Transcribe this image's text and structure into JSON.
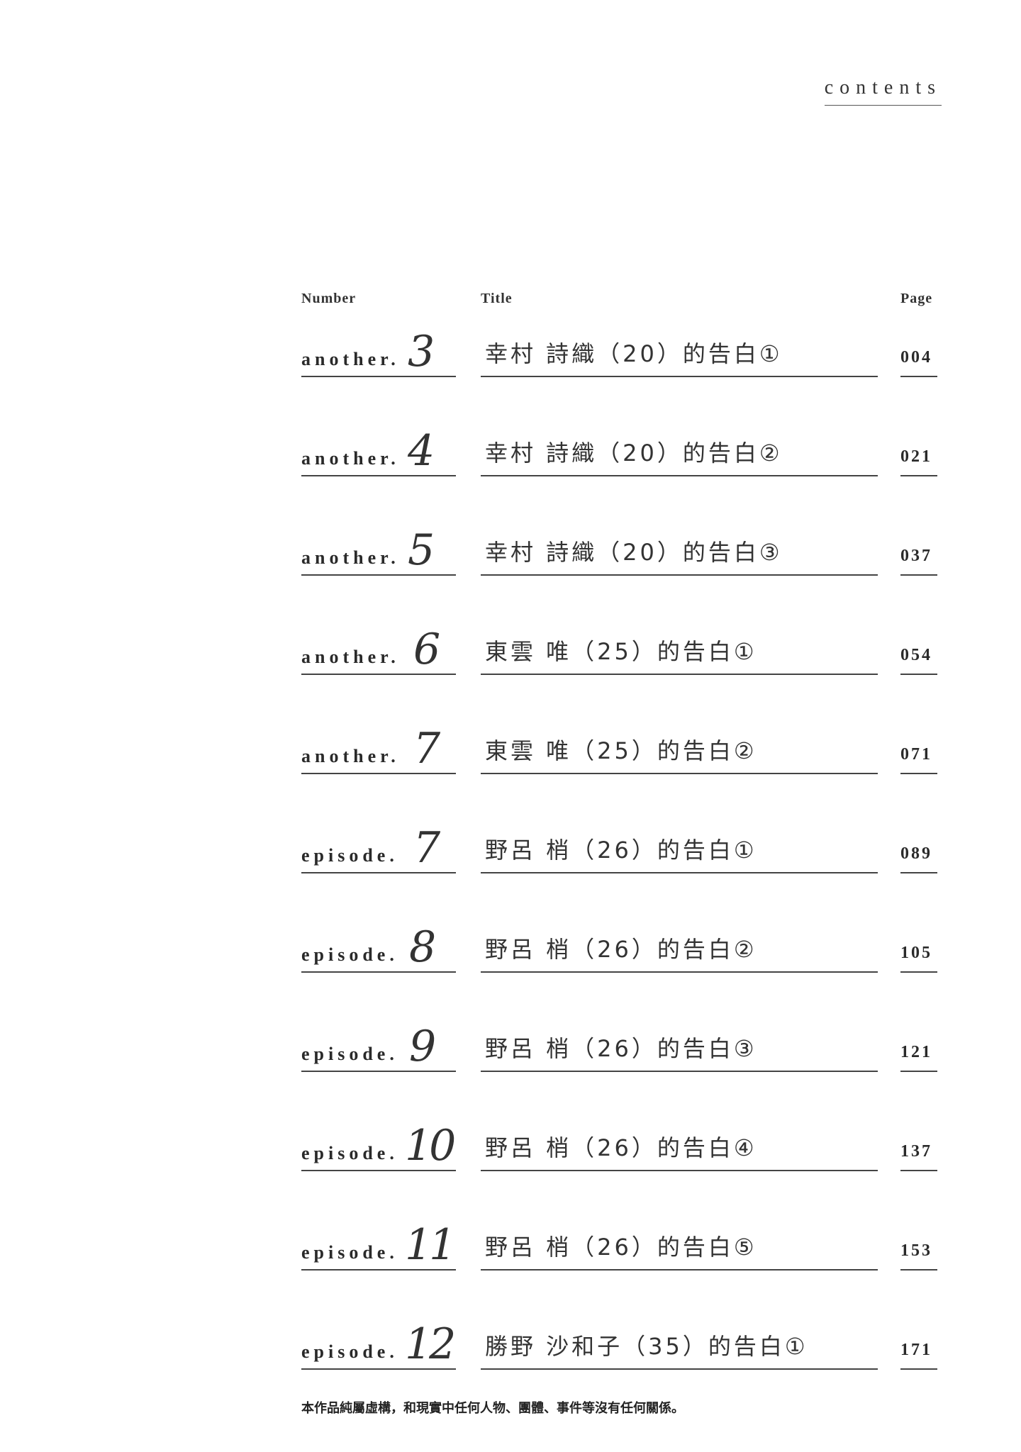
{
  "heading": "contents",
  "columns": {
    "number": "Number",
    "title": "Title",
    "page": "Page"
  },
  "entries": [
    {
      "prefix": "another.",
      "num": "3",
      "title": "幸村 詩織（20）的告白①",
      "page": "004"
    },
    {
      "prefix": "another.",
      "num": "4",
      "title": "幸村 詩織（20）的告白②",
      "page": "021"
    },
    {
      "prefix": "another.",
      "num": "5",
      "title": "幸村 詩織（20）的告白③",
      "page": "037"
    },
    {
      "prefix": "another.",
      "num": "6",
      "title": "東雲 唯（25）的告白①",
      "page": "054"
    },
    {
      "prefix": "another.",
      "num": "7",
      "title": "東雲 唯（25）的告白②",
      "page": "071"
    },
    {
      "prefix": "episode.",
      "num": "7",
      "title": "野呂 梢（26）的告白①",
      "page": "089"
    },
    {
      "prefix": "episode.",
      "num": "8",
      "title": "野呂 梢（26）的告白②",
      "page": "105"
    },
    {
      "prefix": "episode.",
      "num": "9",
      "title": "野呂 梢（26）的告白③",
      "page": "121"
    },
    {
      "prefix": "episode.",
      "num": "10",
      "title": "野呂 梢（26）的告白④",
      "page": "137"
    },
    {
      "prefix": "episode.",
      "num": "11",
      "title": "野呂 梢（26）的告白⑤",
      "page": "153"
    },
    {
      "prefix": "episode.",
      "num": "12",
      "title": "勝野 沙和子（35）的告白①",
      "page": "171"
    }
  ],
  "disclaimer": "本作品純屬虛構，和現實中任何人物、團體、事件等沒有任何關係。"
}
